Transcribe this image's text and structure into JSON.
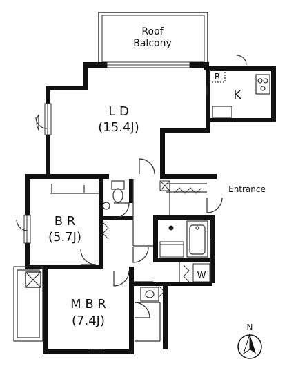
{
  "colors": {
    "wall": "#111111",
    "line": "#333333",
    "background": "#ffffff"
  },
  "rooms": {
    "roof_balcony": {
      "line1": "Roof",
      "line2": "Balcony"
    },
    "kitchen": {
      "name": "K",
      "fridge_mark": "R"
    },
    "living_dining": {
      "name": "L D",
      "size": "(15.4J)"
    },
    "bedroom": {
      "name": "B R",
      "size": "(5.7J)"
    },
    "master_bedroom": {
      "name": "M B R",
      "size": "(7.4J)"
    },
    "wardrobe": {
      "name": "W"
    }
  },
  "entrance": {
    "label": "Entrance"
  },
  "compass": {
    "label": "N",
    "icon": "north-arrow-icon"
  }
}
